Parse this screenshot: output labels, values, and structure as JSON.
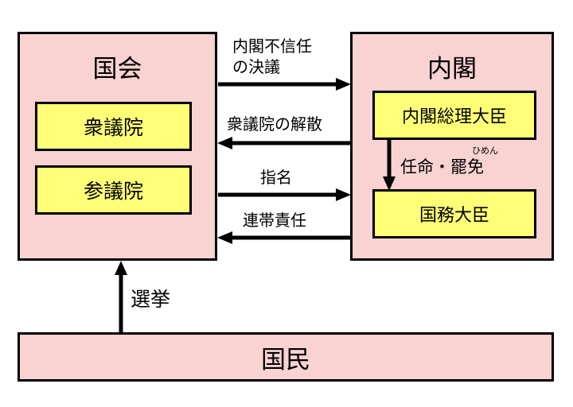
{
  "diet": {
    "title": "国会",
    "house_of_representatives": "衆議院",
    "house_of_councillors": "参議院"
  },
  "cabinet": {
    "title": "内閣",
    "prime_minister": "内閣総理大臣",
    "ministers": "国務大臣"
  },
  "people": {
    "title": "国民"
  },
  "arrows": {
    "no_confidence_line1": "内閣不信任",
    "no_confidence_line2": "の決議",
    "dissolution": "衆議院の解散",
    "nomination": "指名",
    "joint_responsibility": "連帯責任",
    "appointment": "任命・罷免",
    "appointment_ruby": "ひめん",
    "election": "選挙"
  }
}
